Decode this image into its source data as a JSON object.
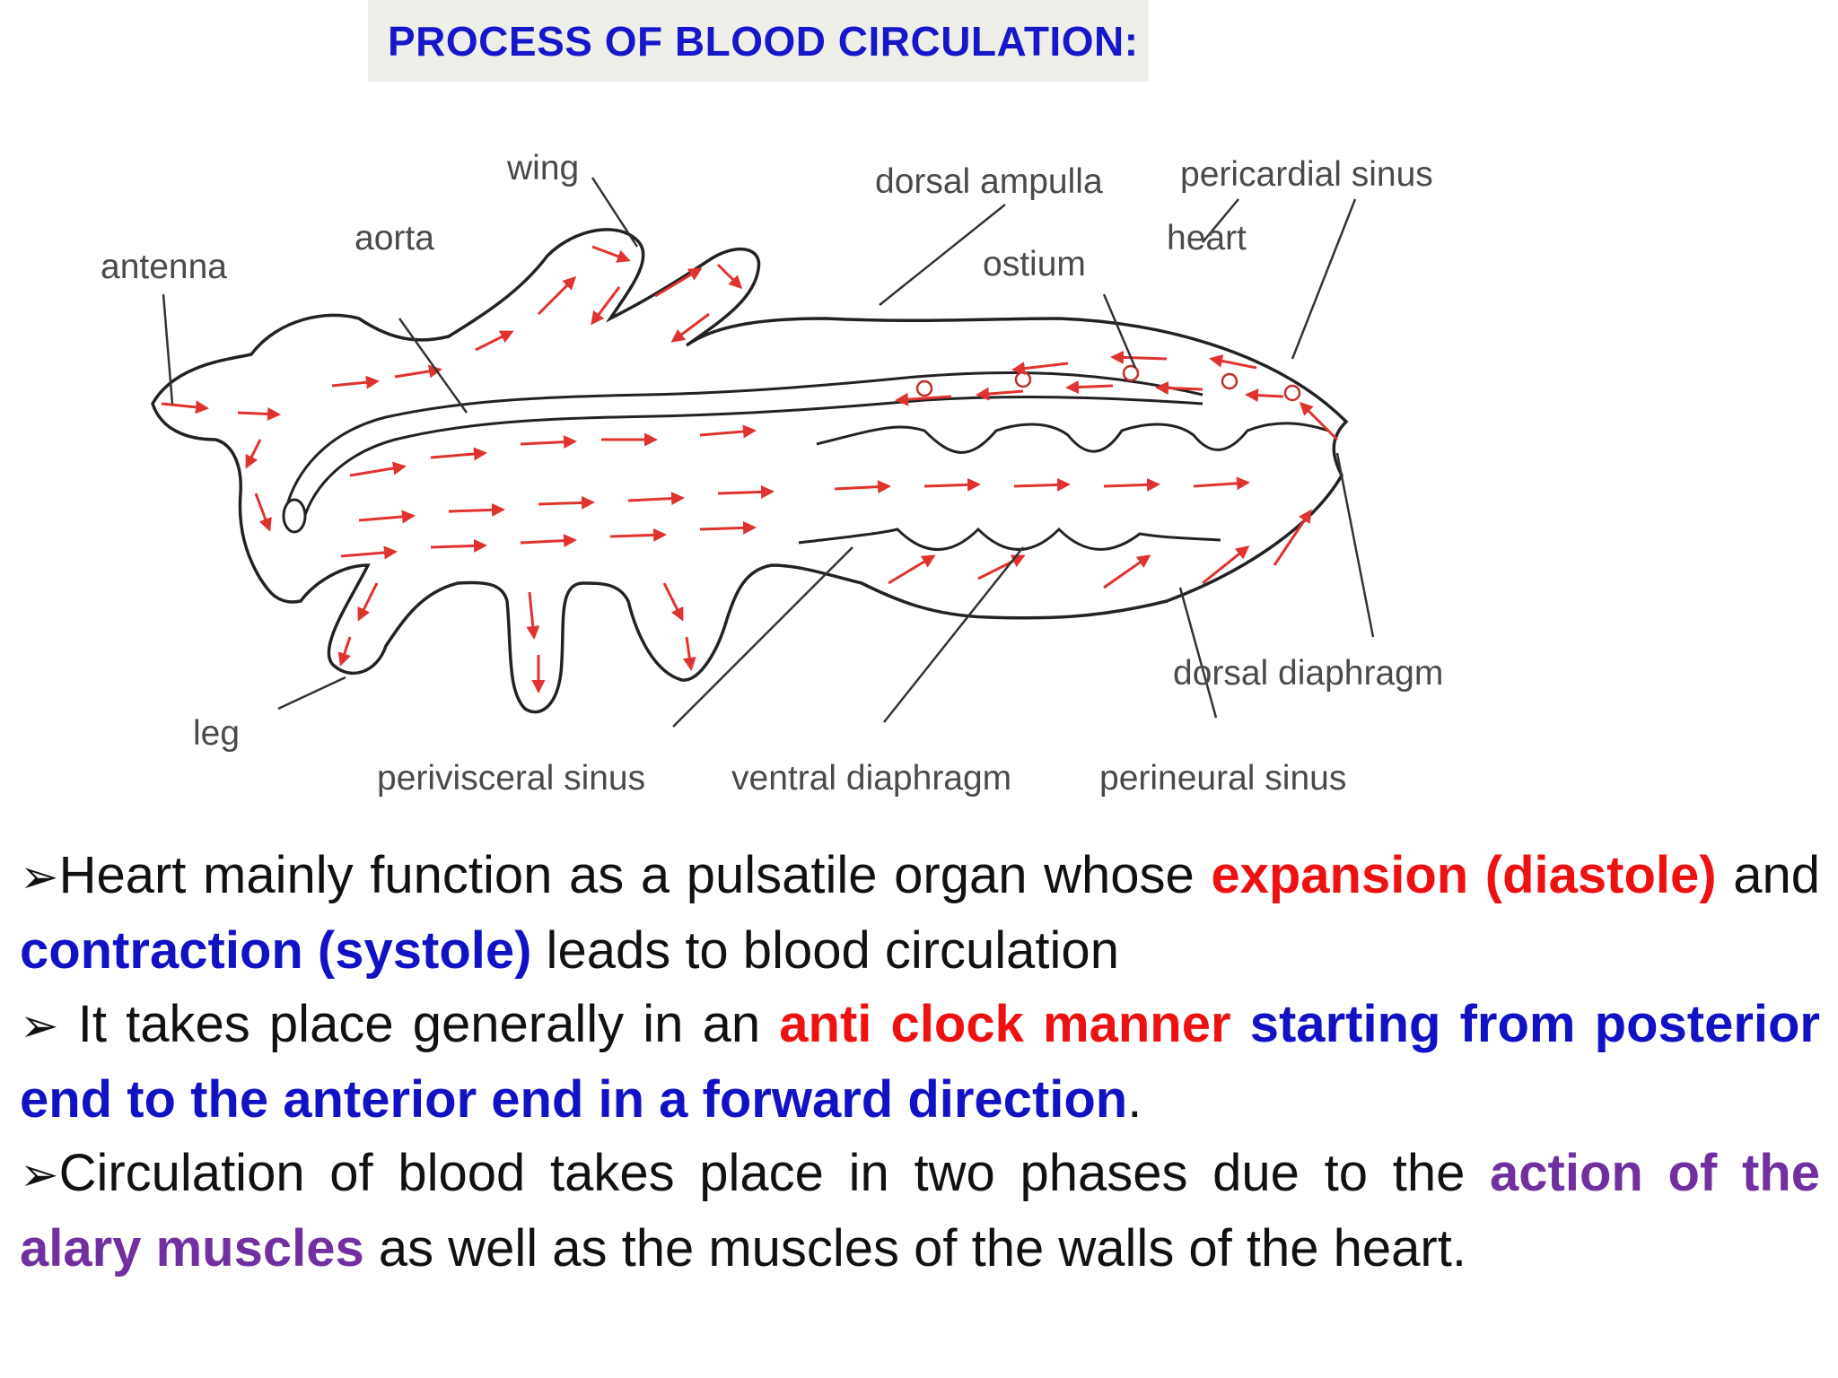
{
  "title": "PROCESS OF BLOOD CIRCULATION:",
  "diagram": {
    "labels": {
      "wing": "wing",
      "dorsal_ampulla": "dorsal ampulla",
      "pericardial_sinus": "pericardial sinus",
      "aorta": "aorta",
      "heart": "heart",
      "antenna": "antenna",
      "ostium": "ostium",
      "dorsal_diaphragm": "dorsal diaphragm",
      "leg": "leg",
      "perivisceral_sinus": "perivisceral sinus",
      "ventral_diaphragm": "ventral diaphragm",
      "perineural_sinus": "perineural sinus"
    },
    "colors": {
      "outline": "#222222",
      "flow_arrows": "#e0322e",
      "labels": "#4a4a4a"
    }
  },
  "bullets": [
    {
      "marker": "➢",
      "parts": [
        {
          "text": "Heart mainly function as a pulsatile organ whose ",
          "style": "normal"
        },
        {
          "text": "expansion (diastole)",
          "style": "red"
        },
        {
          "text": " and ",
          "style": "normal"
        },
        {
          "text": "contraction (systole)",
          "style": "blue"
        },
        {
          "text": " leads to blood circulation",
          "style": "normal"
        }
      ]
    },
    {
      "marker": "➢",
      "parts": [
        {
          "text": " It takes place generally in an ",
          "style": "normal"
        },
        {
          "text": "anti clock manner",
          "style": "red"
        },
        {
          "text": " ",
          "style": "normal"
        },
        {
          "text": "starting from posterior end to the anterior end in a forward direction",
          "style": "blue"
        },
        {
          "text": ".",
          "style": "normal"
        }
      ]
    },
    {
      "marker": "➢",
      "parts": [
        {
          "text": "Circulation of blood takes place in two phases due to the ",
          "style": "normal"
        },
        {
          "text": "action of the alary muscles",
          "style": "purple"
        },
        {
          "text": " as well as the muscles of the walls of the heart.",
          "style": "normal"
        }
      ]
    }
  ],
  "text_colors": {
    "red": "#ee1111",
    "blue": "#1212c4",
    "purple": "#7030a0",
    "title": "#1717c9"
  }
}
